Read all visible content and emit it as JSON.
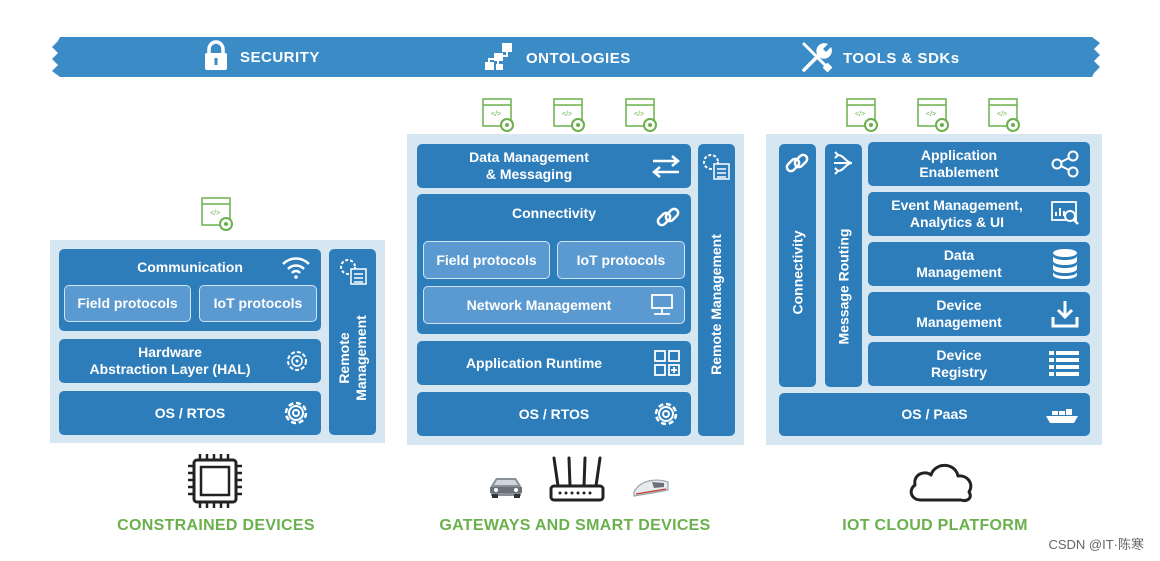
{
  "banner": {
    "color": "#3b8bc6",
    "items": [
      {
        "label": "SECURITY",
        "icon": "lock-icon"
      },
      {
        "label": "ONTOLOGIES",
        "icon": "hierarchy-icon"
      },
      {
        "label": "TOOLS & SDKs",
        "icon": "tools-icon"
      }
    ]
  },
  "constrained": {
    "communication": "Communication",
    "field_protocols": "Field protocols",
    "iot_protocols": "IoT protocols",
    "hal": "Hardware\nAbstraction Layer (HAL)",
    "os": "OS / RTOS",
    "remote": "Remote\nManagement",
    "caption": "CONSTRAINED DEVICES"
  },
  "gateway": {
    "data_mgmt": "Data Management\n& Messaging",
    "connectivity": "Connectivity",
    "field_protocols": "Field protocols",
    "iot_protocols": "IoT protocols",
    "network_mgmt": "Network Management",
    "app_runtime": "Application Runtime",
    "os": "OS / RTOS",
    "remote": "Remote Management",
    "caption": "GATEWAYS AND SMART DEVICES"
  },
  "cloud": {
    "connectivity": "Connectivity",
    "message_routing": "Message Routing",
    "app_enablement": "Application\nEnablement",
    "event_mgmt": "Event Management,\nAnalytics & UI",
    "data_mgmt": "Data\nManagement",
    "device_mgmt": "Device\nManagement",
    "device_registry": "Device\nRegistry",
    "os": "OS / PaaS",
    "caption": "IOT CLOUD PLATFORM"
  },
  "colors": {
    "box": "#2e7dbb",
    "inner_box": "#5b9ad0",
    "panel": "#d6e7f2",
    "caption": "#6ab04c"
  },
  "watermark": "CSDN @IT·陈寒"
}
